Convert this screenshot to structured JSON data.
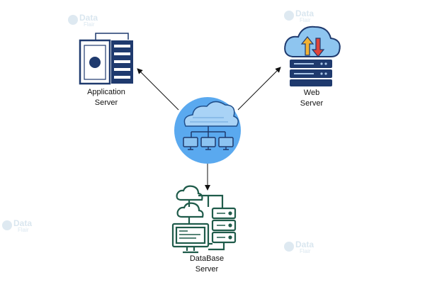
{
  "nodes": {
    "application_server": {
      "line1": "Application",
      "line2": "Server"
    },
    "web_server": {
      "line1": "Web",
      "line2": "Server"
    },
    "database_server": {
      "line1": "DataBase",
      "line2": "Server"
    }
  },
  "watermark": {
    "brand": "Data",
    "sub": "Flair"
  },
  "colors": {
    "navy": "#1f3a6e",
    "cloud_blue": "#5aa7e6",
    "center_circle": "#5aa9ef",
    "db_green": "#1f5b4a",
    "arrow": "#111111",
    "arrow_up": "#f2b233",
    "arrow_down": "#e0443a"
  }
}
